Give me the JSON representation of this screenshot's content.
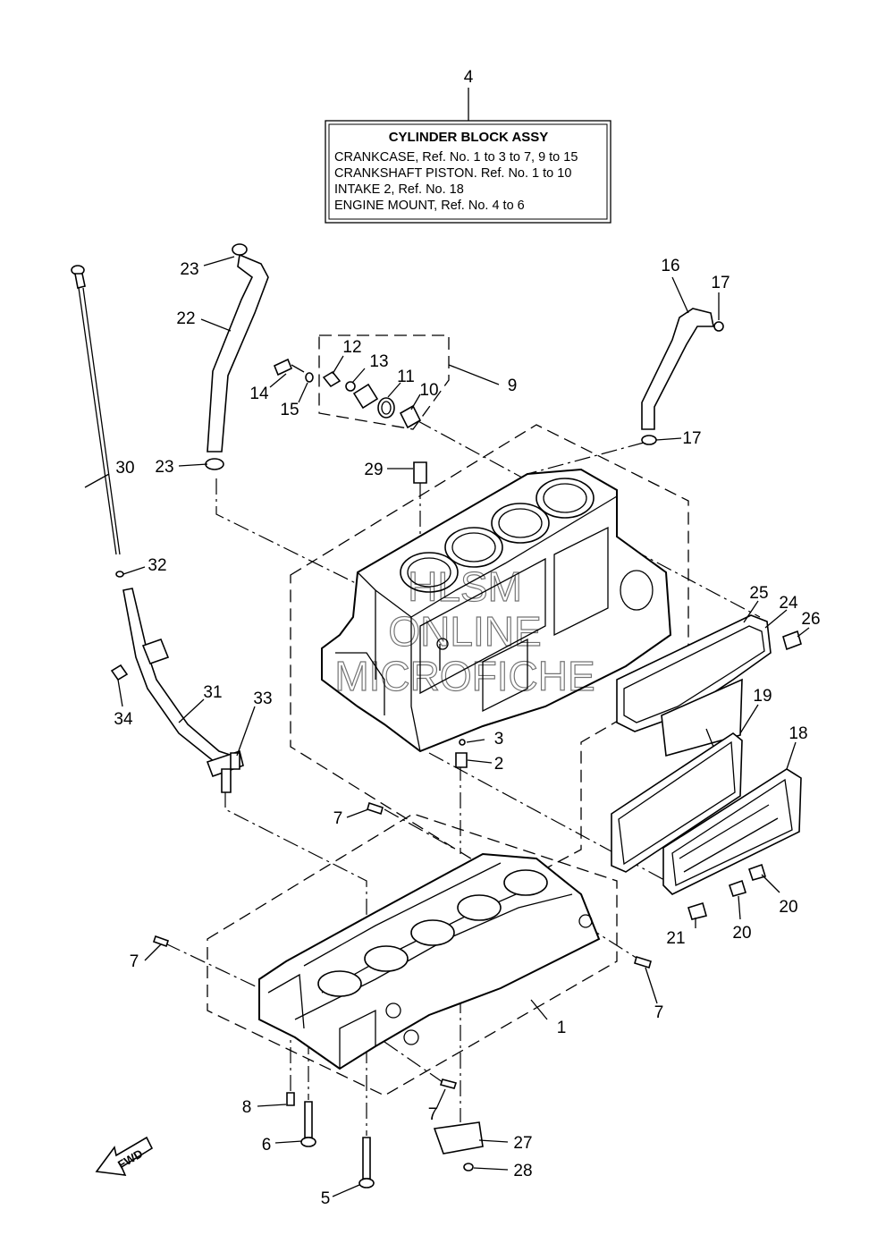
{
  "title_box": {
    "ref": "4",
    "title": "CYLINDER BLOCK ASSY",
    "lines": [
      "CRANKCASE, Ref. No. 1 to 3 to 7, 9 to 15",
      "CRANKSHAFT PISTON. Ref. No. 1 to 10",
      "INTAKE  2, Ref. No. 18",
      "ENGINE MOUNT, Ref. No. 4 to 6"
    ]
  },
  "watermark": [
    "HLSM",
    "ONLINE",
    "MICROFICHE"
  ],
  "fwd_label": "FWD",
  "callouts": [
    {
      "id": "c1",
      "text": "1"
    },
    {
      "id": "c2",
      "text": "2"
    },
    {
      "id": "c3",
      "text": "3"
    },
    {
      "id": "c5",
      "text": "5"
    },
    {
      "id": "c6",
      "text": "6"
    },
    {
      "id": "c7a",
      "text": "7"
    },
    {
      "id": "c7b",
      "text": "7"
    },
    {
      "id": "c7c",
      "text": "7"
    },
    {
      "id": "c7d",
      "text": "7"
    },
    {
      "id": "c8",
      "text": "8"
    },
    {
      "id": "c9",
      "text": "9"
    },
    {
      "id": "c10",
      "text": "10"
    },
    {
      "id": "c11",
      "text": "11"
    },
    {
      "id": "c12",
      "text": "12"
    },
    {
      "id": "c13",
      "text": "13"
    },
    {
      "id": "c14",
      "text": "14"
    },
    {
      "id": "c15",
      "text": "15"
    },
    {
      "id": "c16",
      "text": "16"
    },
    {
      "id": "c17a",
      "text": "17"
    },
    {
      "id": "c17b",
      "text": "17"
    },
    {
      "id": "c18",
      "text": "18"
    },
    {
      "id": "c19",
      "text": "19"
    },
    {
      "id": "c20a",
      "text": "20"
    },
    {
      "id": "c20b",
      "text": "20"
    },
    {
      "id": "c21",
      "text": "21"
    },
    {
      "id": "c22",
      "text": "22"
    },
    {
      "id": "c23a",
      "text": "23"
    },
    {
      "id": "c23b",
      "text": "23"
    },
    {
      "id": "c24",
      "text": "24"
    },
    {
      "id": "c25",
      "text": "25"
    },
    {
      "id": "c26",
      "text": "26"
    },
    {
      "id": "c27",
      "text": "27"
    },
    {
      "id": "c28",
      "text": "28"
    },
    {
      "id": "c29",
      "text": "29"
    },
    {
      "id": "c30",
      "text": "30"
    },
    {
      "id": "c31",
      "text": "31"
    },
    {
      "id": "c32",
      "text": "32"
    },
    {
      "id": "c33",
      "text": "33"
    },
    {
      "id": "c34",
      "text": "34"
    }
  ]
}
